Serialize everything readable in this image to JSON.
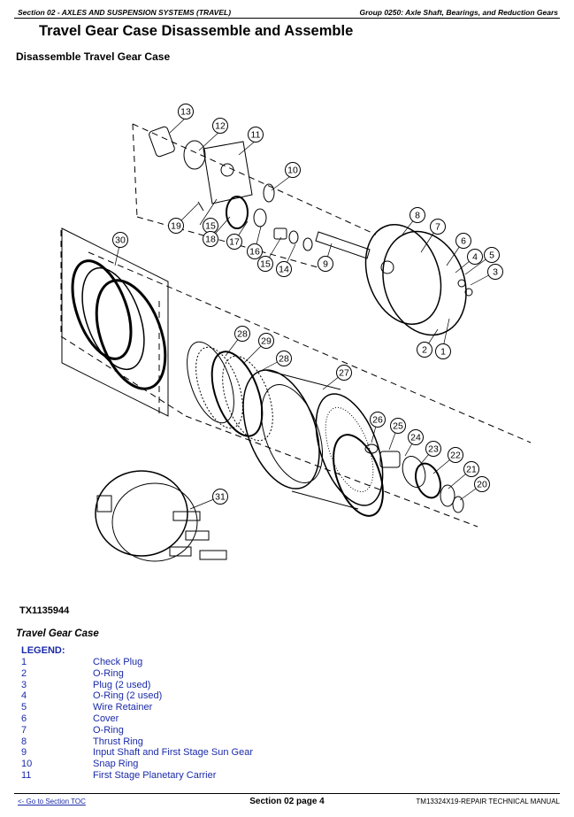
{
  "header": {
    "left": "Section 02 - AXLES AND SUSPENSION SYSTEMS (TRAVEL)",
    "right": "Group 0250: Axle Shaft, Bearings, and Reduction Gears"
  },
  "title": "Travel Gear Case Disassemble and Assemble",
  "subtitle": "Disassemble Travel Gear Case",
  "figure": {
    "id": "TX1135944",
    "callouts": [
      "1",
      "2",
      "3",
      "4",
      "5",
      "6",
      "7",
      "8",
      "9",
      "10",
      "11",
      "12",
      "13",
      "14",
      "15",
      "15",
      "16",
      "17",
      "18",
      "19",
      "20",
      "21",
      "22",
      "23",
      "24",
      "25",
      "26",
      "27",
      "28",
      "28",
      "29",
      "30",
      "31"
    ]
  },
  "caption": "Travel Gear Case",
  "legend": {
    "heading": "LEGEND:",
    "items": [
      {
        "num": "1",
        "desc": "Check Plug"
      },
      {
        "num": "2",
        "desc": "O-Ring"
      },
      {
        "num": "3",
        "desc": "Plug (2 used)"
      },
      {
        "num": "4",
        "desc": "O-Ring (2 used)"
      },
      {
        "num": "5",
        "desc": "Wire Retainer"
      },
      {
        "num": "6",
        "desc": "Cover"
      },
      {
        "num": "7",
        "desc": "O-Ring"
      },
      {
        "num": "8",
        "desc": "Thrust Ring"
      },
      {
        "num": "9",
        "desc": "Input Shaft and First Stage Sun Gear"
      },
      {
        "num": "10",
        "desc": "Snap Ring"
      },
      {
        "num": "11",
        "desc": "First Stage Planetary Carrier"
      }
    ]
  },
  "footer": {
    "toc_link": "<- Go to Section TOC",
    "page": "Section 02 page 4",
    "manual": "TM13324X19-REPAIR TECHNICAL MANUAL"
  }
}
